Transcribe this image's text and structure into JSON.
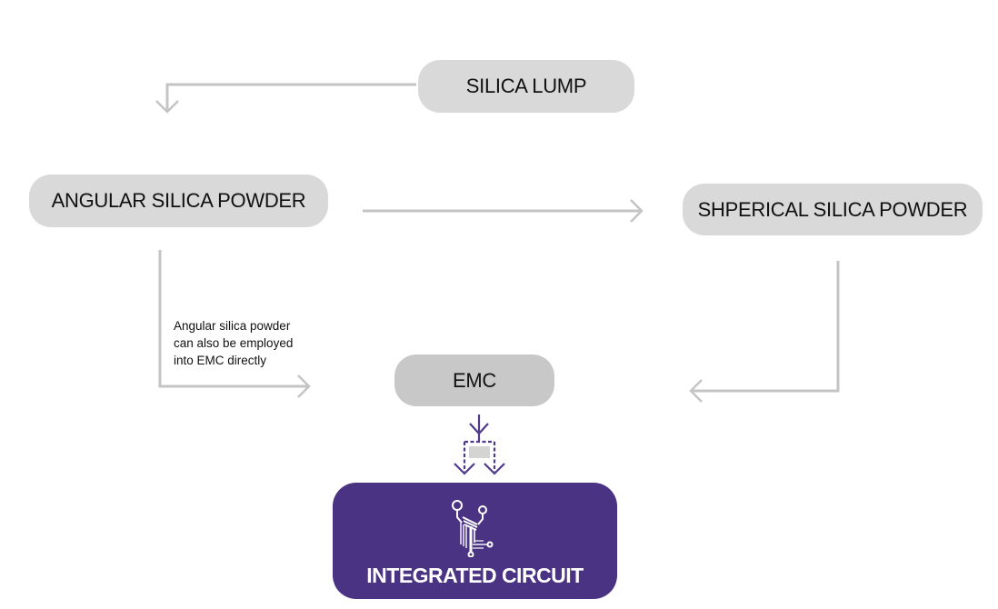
{
  "diagram": {
    "nodes": {
      "silica_lump": "SILICA LUMP",
      "angular_silica_powder": "ANGULAR SILICA POWDER",
      "spherical_silica_powder": "SHPERICAL SILICA POWDER",
      "emc": "EMC",
      "integrated_circuit": "INTEGRATED CIRCUIT"
    },
    "note": {
      "line1": "Angular silica powder",
      "line2": "can also be employed",
      "line3": "into EMC directly"
    },
    "icons": {
      "integrated_circuit": "circuit-icon",
      "split": "split-arrow-icon"
    },
    "colors": {
      "node_gray": "#d9d9d9",
      "emc_gray": "#c8c8c8",
      "connector": "#c4c4c4",
      "accent_purple": "#4a3383",
      "split_purple": "#4f3a8a"
    },
    "edges": [
      {
        "from": "SILICA LUMP",
        "to": "ANGULAR SILICA POWDER"
      },
      {
        "from": "ANGULAR SILICA POWDER",
        "to": "SHPERICAL SILICA POWDER"
      },
      {
        "from": "ANGULAR SILICA POWDER",
        "to": "EMC"
      },
      {
        "from": "SHPERICAL SILICA POWDER",
        "to": "EMC"
      },
      {
        "from": "EMC",
        "to": "INTEGRATED CIRCUIT"
      }
    ]
  }
}
